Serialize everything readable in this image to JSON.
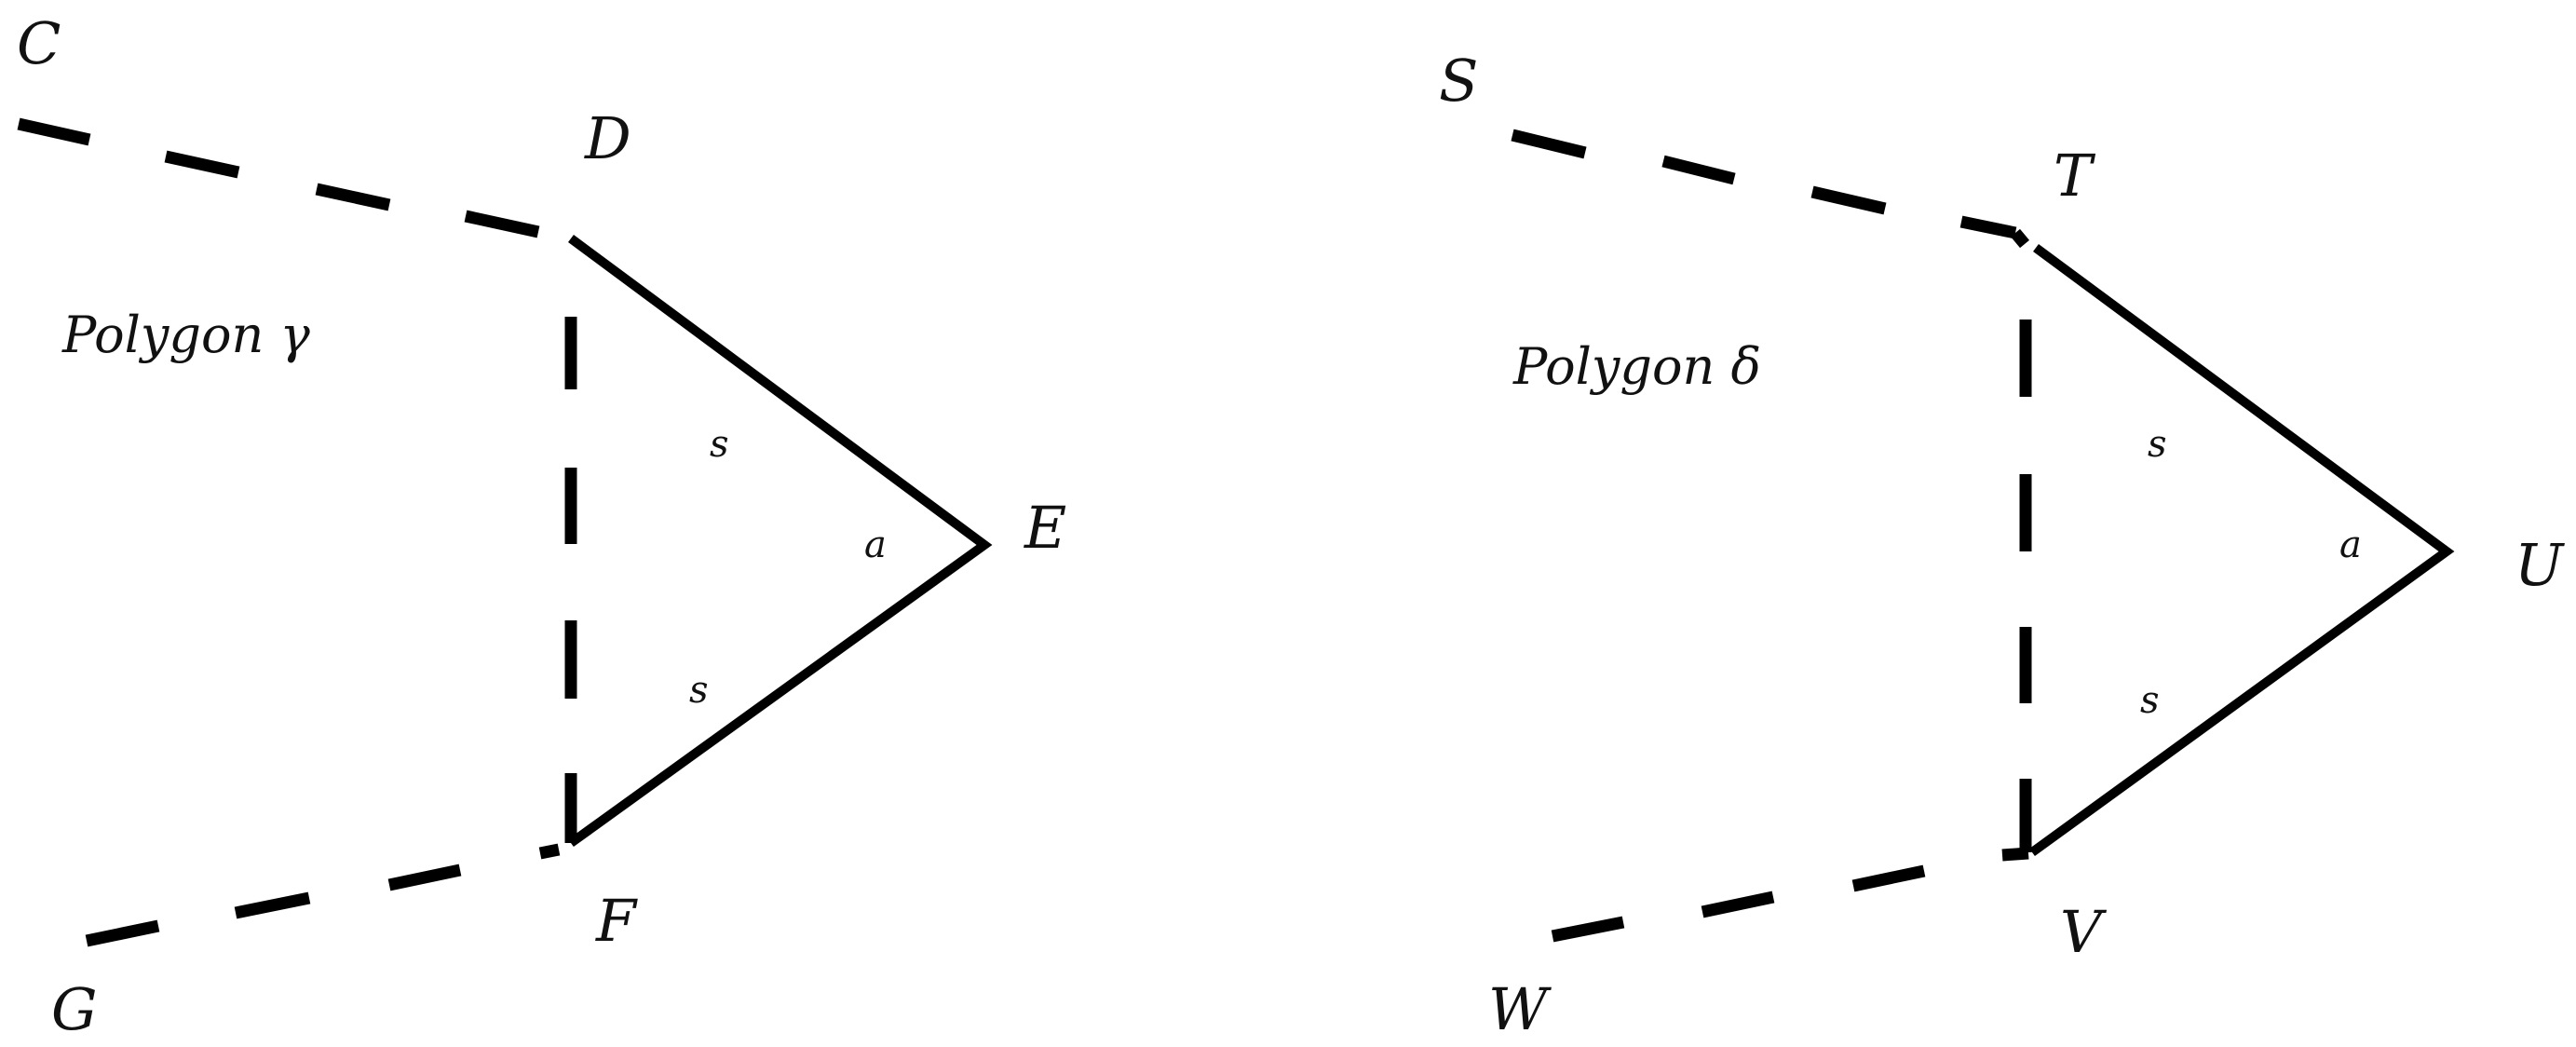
{
  "figures": [
    {
      "name": "Polygon γ",
      "vertices": {
        "C": "C",
        "D": "D",
        "E": "E",
        "F": "F",
        "G": "G"
      },
      "side_labels": {
        "upper": "s",
        "lower": "s"
      },
      "angle_label": "a"
    },
    {
      "name": "Polygon δ",
      "vertices": {
        "S": "S",
        "T": "T",
        "U": "U",
        "V": "V",
        "W": "W"
      },
      "side_labels": {
        "upper": "s",
        "lower": "s"
      },
      "angle_label": "a"
    }
  ],
  "colors": {
    "stroke": "#000000",
    "background": "#ffffff"
  }
}
